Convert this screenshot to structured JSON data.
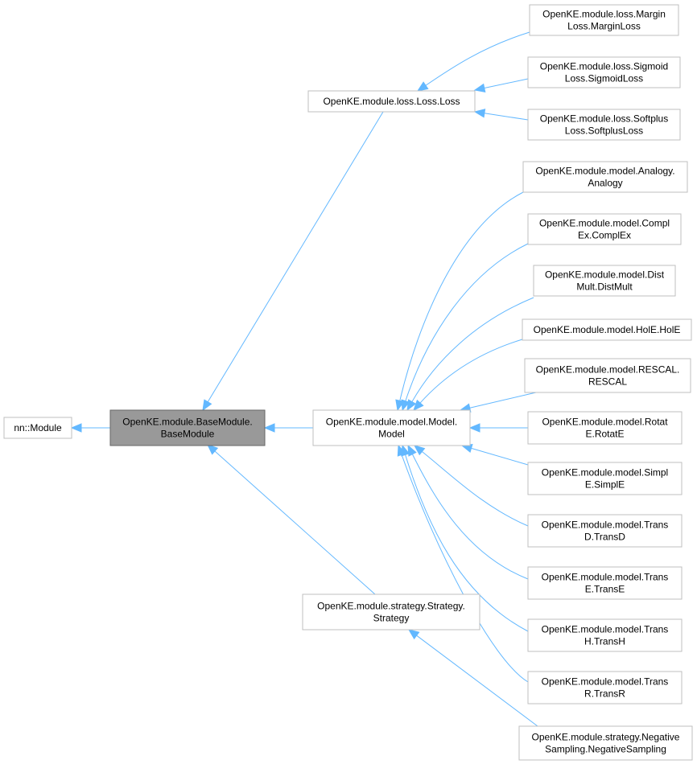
{
  "diagram": {
    "nodes": {
      "nn_module": {
        "lines": [
          "nn::Module"
        ]
      },
      "base_module": {
        "lines": [
          "OpenKE.module.BaseModule.",
          "BaseModule"
        ]
      },
      "loss": {
        "lines": [
          "OpenKE.module.loss.Loss.Loss"
        ]
      },
      "model": {
        "lines": [
          "OpenKE.module.model.Model.",
          "Model"
        ]
      },
      "strategy": {
        "lines": [
          "OpenKE.module.strategy.Strategy.",
          "Strategy"
        ]
      },
      "margin_loss": {
        "lines": [
          "OpenKE.module.loss.Margin",
          "Loss.MarginLoss"
        ]
      },
      "sigmoid_loss": {
        "lines": [
          "OpenKE.module.loss.Sigmoid",
          "Loss.SigmoidLoss"
        ]
      },
      "softplus_loss": {
        "lines": [
          "OpenKE.module.loss.Softplus",
          "Loss.SoftplusLoss"
        ]
      },
      "analogy": {
        "lines": [
          "OpenKE.module.model.Analogy.",
          "Analogy"
        ]
      },
      "complex": {
        "lines": [
          "OpenKE.module.model.Compl",
          "Ex.ComplEx"
        ]
      },
      "distmult": {
        "lines": [
          "OpenKE.module.model.Dist",
          "Mult.DistMult"
        ]
      },
      "hole": {
        "lines": [
          "OpenKE.module.model.HolE.HolE"
        ]
      },
      "rescal": {
        "lines": [
          "OpenKE.module.model.RESCAL.",
          "RESCAL"
        ]
      },
      "rotate": {
        "lines": [
          "OpenKE.module.model.Rotat",
          "E.RotatE"
        ]
      },
      "simple": {
        "lines": [
          "OpenKE.module.model.Simpl",
          "E.SimplE"
        ]
      },
      "transd": {
        "lines": [
          "OpenKE.module.model.Trans",
          "D.TransD"
        ]
      },
      "transe": {
        "lines": [
          "OpenKE.module.model.Trans",
          "E.TransE"
        ]
      },
      "transh": {
        "lines": [
          "OpenKE.module.model.Trans",
          "H.TransH"
        ]
      },
      "transr": {
        "lines": [
          "OpenKE.module.model.Trans",
          "R.TransR"
        ]
      },
      "negative_sampling": {
        "lines": [
          "OpenKE.module.strategy.Negative",
          "Sampling.NegativeSampling"
        ]
      }
    },
    "edges": [
      {
        "from": "base_module",
        "to": "nn_module"
      },
      {
        "from": "loss",
        "to": "base_module"
      },
      {
        "from": "model",
        "to": "base_module"
      },
      {
        "from": "strategy",
        "to": "base_module"
      },
      {
        "from": "margin_loss",
        "to": "loss"
      },
      {
        "from": "sigmoid_loss",
        "to": "loss"
      },
      {
        "from": "softplus_loss",
        "to": "loss"
      },
      {
        "from": "analogy",
        "to": "model"
      },
      {
        "from": "complex",
        "to": "model"
      },
      {
        "from": "distmult",
        "to": "model"
      },
      {
        "from": "hole",
        "to": "model"
      },
      {
        "from": "rescal",
        "to": "model"
      },
      {
        "from": "rotate",
        "to": "model"
      },
      {
        "from": "simple",
        "to": "model"
      },
      {
        "from": "transd",
        "to": "model"
      },
      {
        "from": "transe",
        "to": "model"
      },
      {
        "from": "transh",
        "to": "model"
      },
      {
        "from": "transr",
        "to": "model"
      },
      {
        "from": "negative_sampling",
        "to": "strategy"
      }
    ],
    "colors": {
      "edge": "#63b8ff",
      "node_border": "#bfbfbf",
      "highlight_fill": "#999999"
    },
    "highlighted_node": "base_module"
  }
}
